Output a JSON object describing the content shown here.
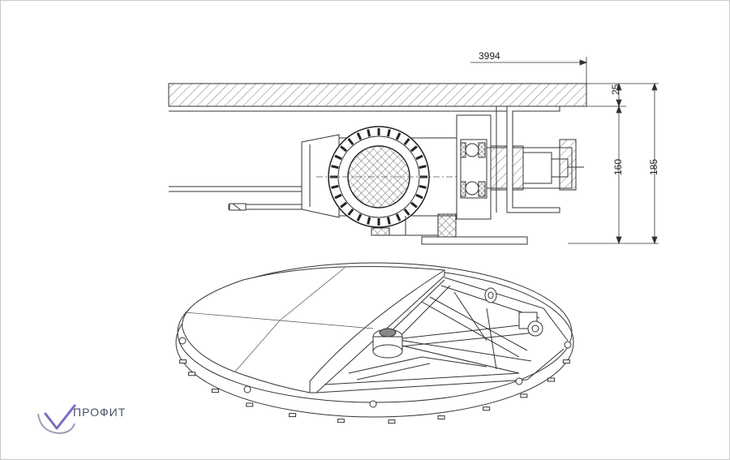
{
  "dimensions": {
    "horizontal": "3994",
    "gap": "25",
    "inner_height": "160",
    "total_height": "185"
  },
  "brand": {
    "name": "ПРОФИТ",
    "accent_color": "#7b6cc4",
    "text_color": "#4a4f6a"
  },
  "line_color": "#333333"
}
